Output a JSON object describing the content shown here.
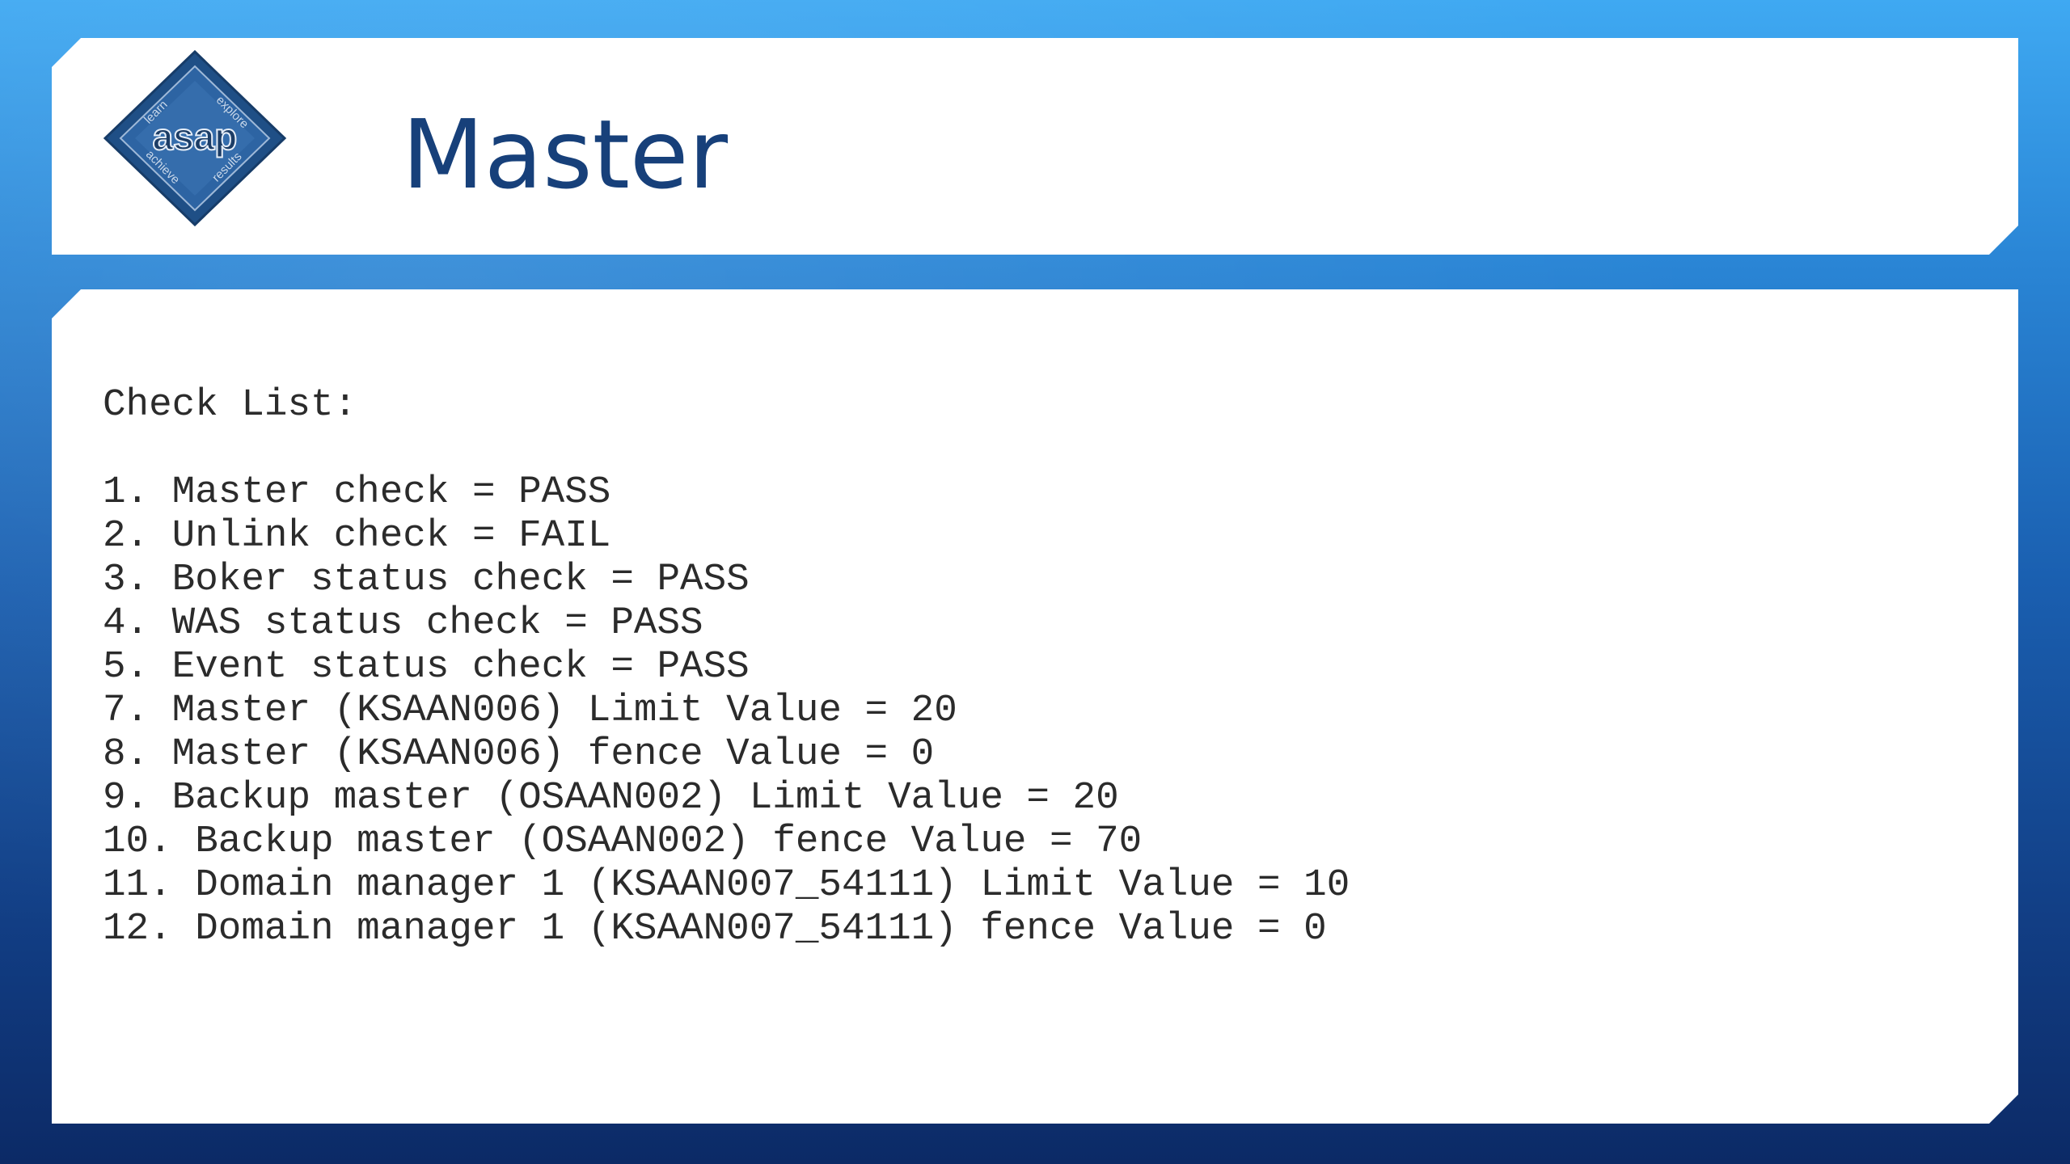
{
  "slide": {
    "title": "Master",
    "logo": {
      "icon": "asap-diamond-logo",
      "wordmark": "asap",
      "words": [
        "learn",
        "explore",
        "achieve",
        "results"
      ],
      "colors": {
        "outer": "#1f4f86",
        "inner": "#2d64a3",
        "text": "#c9d8ea"
      }
    }
  },
  "checklist": {
    "heading": "Check List:",
    "items": [
      "1. Master check = PASS",
      "2. Unlink check = FAIL",
      "3. Boker status check = PASS",
      "4. WAS status check = PASS",
      "5. Event status check = PASS",
      "7. Master (KSAAN006) Limit Value = 20",
      "8. Master (KSAAN006) fence Value = 0",
      "9. Backup master (OSAAN002) Limit Value = 20",
      "10. Backup master (OSAAN002) fence Value = 70",
      "11. Domain manager 1 (KSAAN007_54111) Limit Value = 10",
      "12. Domain manager 1 (KSAAN007_54111) fence Value = 0"
    ]
  },
  "colors": {
    "title": "#17407a",
    "body_text": "#2b2b2b",
    "panel": "#ffffff",
    "background_top": "#3fa9f2",
    "background_bottom": "#0c2a66"
  }
}
